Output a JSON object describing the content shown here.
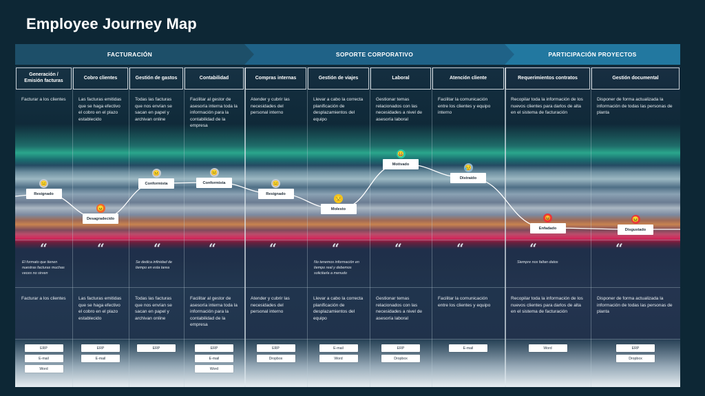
{
  "title": "Employee Journey Map",
  "phases": [
    {
      "label": "FACTURACIÓN",
      "color": "#1d4f69"
    },
    {
      "label": "SOPORTE CORPORATIVO",
      "color": "#1f6287"
    },
    {
      "label": "PARTICIPACIÓN PROYECTOS",
      "color": "#2278a0"
    }
  ],
  "columns": [
    {
      "header": "Generación /\nEmisión facturas",
      "description": "Facturar a los clientes",
      "emotion": "Resignado",
      "emotion_color": "#c7ccd1",
      "face": "😑",
      "quote": "El formato que tienen nuestras facturas muchas veces no sirven",
      "detail": "Facturar a los clientes",
      "tools": [
        "ERP",
        "E-mail",
        "Word"
      ]
    },
    {
      "header": "Cobro clientes",
      "description": "Las facturas emitidas que se haga efectivo el cobro en el plazo establecido",
      "emotion": "Desagradecido",
      "emotion_color": "#f2642a",
      "face": "😠",
      "quote": "",
      "detail": "Las facturas emitidas que se haga efectivo el cobro en el plazo establecido",
      "tools": [
        "ERP",
        "E-mail"
      ]
    },
    {
      "header": "Gestión de gastos",
      "description": "Todas las facturas que nos envían se sacan en papel y archivan online",
      "emotion": "Conformista",
      "emotion_color": "#c7ccd1",
      "face": "😐",
      "quote": "Se dedica infinidad de tiempo en esta tarea",
      "detail": "Todas las facturas que nos envían se sacan en papel y archivan online",
      "tools": [
        "ERP"
      ]
    },
    {
      "header": "Contabilidad",
      "description": "Facilitar al gestor de asesoría interna toda la información para la contabilidad de la empresa",
      "emotion": "Conformista",
      "emotion_color": "#c7ccd1",
      "face": "😐",
      "quote": "",
      "detail": "Facilitar al gestor de asesoría interna toda la información para la contabilidad de la empresa",
      "tools": [
        "ERP",
        "E-mail",
        "Word"
      ]
    },
    {
      "header": "Compras internas",
      "description": "Atender y cubrir las necesidades del personal interno",
      "emotion": "Resignado",
      "emotion_color": "#c7ccd1",
      "face": "😑",
      "quote": "",
      "detail": "Atender y cubrir las necesidades del personal interno",
      "tools": [
        "ERP",
        "Dropbox"
      ]
    },
    {
      "header": "Gestión de viajes",
      "description": "Llevar a cabo la correcta planificación de desplazamientos del equipo",
      "emotion": "Molesto",
      "emotion_color": "#f5c518",
      "face": "😒",
      "quote": "No tenemos información en tiempo real y debemos solicitarla a menudo",
      "detail": "Llevar a cabo la correcta planificación de desplazamientos del equipo",
      "tools": [
        "E-mail",
        "Word"
      ]
    },
    {
      "header": "Laboral",
      "description": "Gestionar temas relacionados con las necesidades a nivel de asesoría laboral",
      "emotion": "Motivado",
      "emotion_color": "#29c9a3",
      "face": "😀",
      "quote": "",
      "detail": "Gestionar temas relacionados con las necesidades a nivel de asesoría laboral",
      "tools": [
        "ERP",
        "Dropbox"
      ]
    },
    {
      "header": "Atención cliente",
      "description": "Facilitar la comunicación entre los clientes y equipo interno",
      "emotion": "Distraído",
      "emotion_color": "#8fb6cf",
      "face": "😥",
      "quote": "",
      "detail": "Facilitar la comunicación entre los clientes y equipo",
      "tools": [
        "E-mail"
      ]
    },
    {
      "header": "Requerimientos contratos",
      "description": "Recopilar toda la información de los nuevos clientes para darlos de alta en el sistema de facturación",
      "emotion": "Enfadado",
      "emotion_color": "#e8343d",
      "face": "😡",
      "quote": "Siempre nos faltan datos",
      "detail": "Recopilar toda la información de los nuevos clientes para darlos de alta en el sistema de facturación",
      "tools": [
        "Word"
      ]
    },
    {
      "header": "Gestión documental",
      "description": "Disponer de forma actualizada la información de todas las personas de planta",
      "emotion": "Disgustado",
      "emotion_color": "#e8343d",
      "face": "😖",
      "quote": "",
      "detail": "Disponer de forma actualizada la información de todas las personas de planta",
      "tools": [
        "ERP",
        "Dropbox"
      ]
    }
  ]
}
